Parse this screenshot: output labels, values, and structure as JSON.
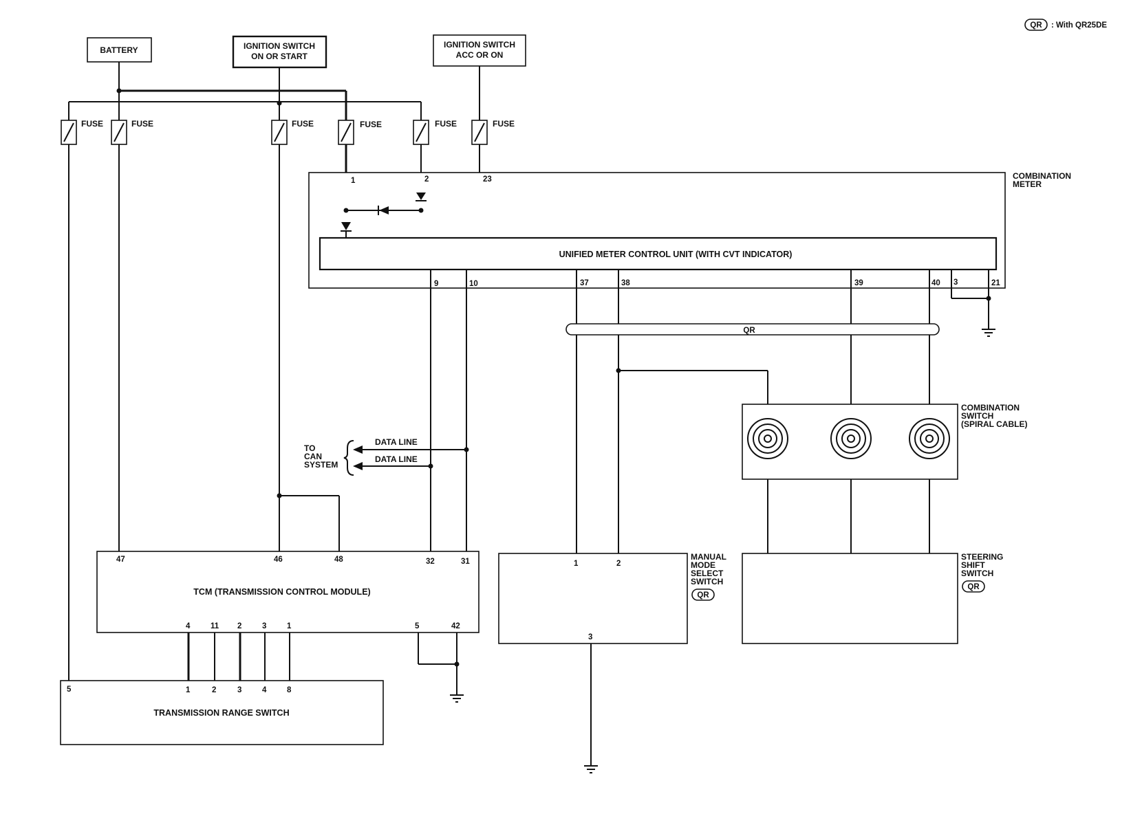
{
  "legend": {
    "badge": "QR",
    "text": ": With QR25DE"
  },
  "sources": {
    "battery": "BATTERY",
    "ign_on_start": [
      "IGNITION SWITCH",
      "ON OR START"
    ],
    "ign_acc_on": [
      "IGNITION SWITCH",
      "ACC OR ON"
    ]
  },
  "fuse_label": "FUSE",
  "combination_meter": {
    "title": [
      "COMBINATION",
      "METER"
    ],
    "unit": "UNIFIED METER CONTROL UNIT (WITH CVT INDICATOR)",
    "pins_top": [
      "1",
      "2",
      "23"
    ],
    "pins_bottom": [
      "9",
      "10",
      "37",
      "38",
      "39",
      "40",
      "3",
      "21"
    ]
  },
  "harness_label": "QR",
  "combination_switch": [
    "COMBINATION",
    "SWITCH",
    "(SPIRAL CABLE)"
  ],
  "can": {
    "to": [
      "TO",
      "CAN",
      "SYSTEM"
    ],
    "lines": [
      "DATA LINE",
      "DATA LINE"
    ]
  },
  "tcm": {
    "name": "TCM (TRANSMISSION CONTROL MODULE)",
    "pins_top": [
      "47",
      "46",
      "48",
      "32",
      "31"
    ],
    "pins_bottom": [
      "4",
      "11",
      "2",
      "3",
      "1",
      "5",
      "42"
    ]
  },
  "manual_mode": {
    "title": [
      "MANUAL",
      "MODE",
      "SELECT",
      "SWITCH"
    ],
    "badge": "QR",
    "pins": [
      "1",
      "2",
      "3"
    ]
  },
  "steering_shift": {
    "title": [
      "STEERING",
      "SHIFT",
      "SWITCH"
    ],
    "badge": "QR"
  },
  "trs": {
    "name": "TRANSMISSION RANGE SWITCH",
    "pins": [
      "5",
      "1",
      "2",
      "3",
      "4",
      "8"
    ]
  }
}
